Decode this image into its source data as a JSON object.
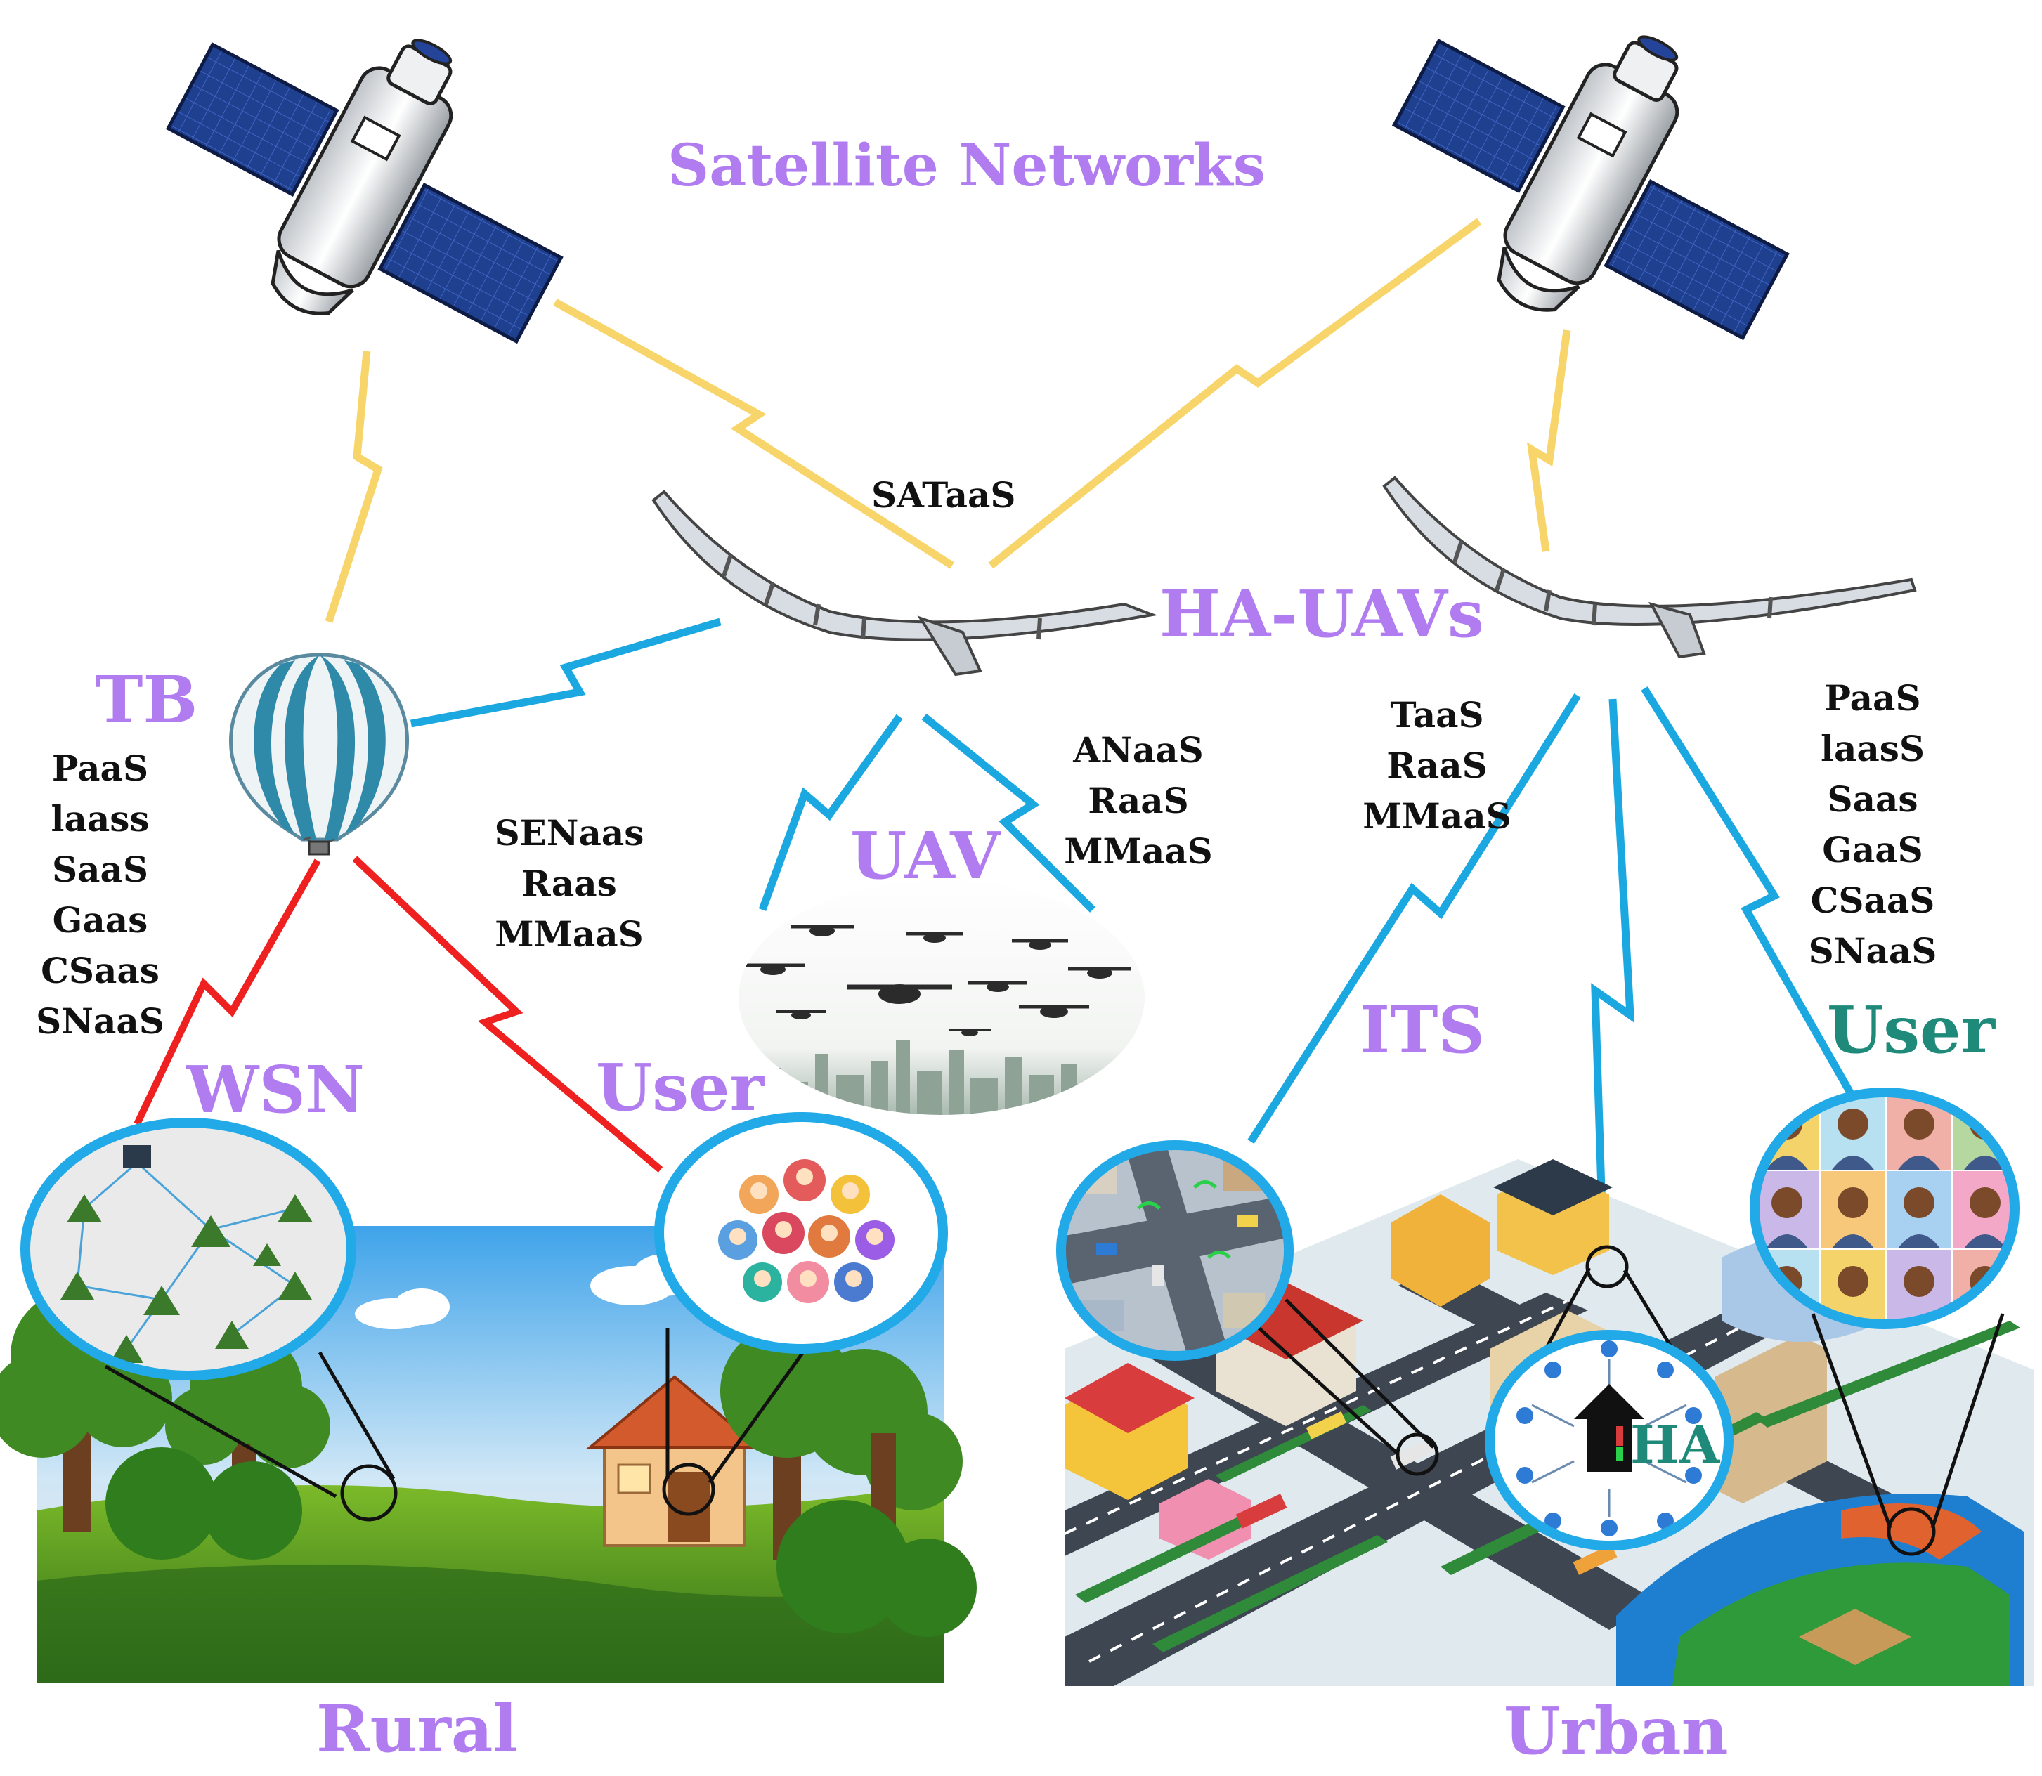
{
  "title": "Satellite Networks",
  "labels": {
    "sataas": "SATaaS",
    "ha_uavs": "HA-UAVs",
    "tb": "TB",
    "uav": "UAV",
    "wsn": "WSN",
    "user_rural": "User",
    "its": "ITS",
    "user_urban": "User",
    "ha": "HA",
    "rural": "Rural",
    "urban": "Urban"
  },
  "service_lists": {
    "tb_services": [
      "PaaS",
      "laass",
      "SaaS",
      "Gaas",
      "CSaas",
      "SNaaS"
    ],
    "rural_user_services": [
      "SENaas",
      "Raas",
      "MMaaS"
    ],
    "uav_services": [
      "ANaaS",
      "RaaS",
      "MMaaS"
    ],
    "its_services": [
      "TaaS",
      "RaaS",
      "MMaaS"
    ],
    "urban_user_services": [
      "PaaS",
      "laasS",
      "Saas",
      "GaaS",
      "CSaaS",
      "SNaaS"
    ]
  },
  "colors": {
    "label_purple": "#b07cf0",
    "teal": "#1f8a7a",
    "satellite_link": "#f7d56a",
    "uav_link": "#1ba8e0",
    "ground_link": "#ee2020",
    "bubble_border": "#22a9e8"
  },
  "icons": [
    "satellite-icon",
    "ha-uav-icon",
    "balloon-icon",
    "drone-swarm-icon",
    "house-icon",
    "people-icon",
    "wsn-icon"
  ]
}
